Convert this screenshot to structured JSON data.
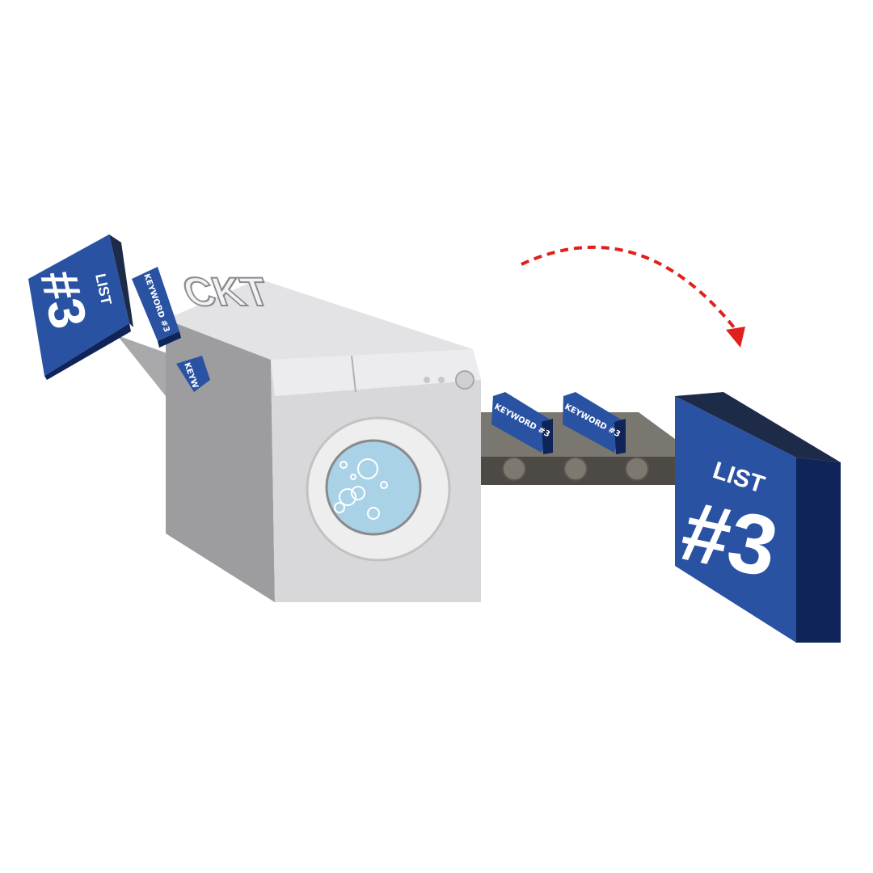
{
  "illustration": {
    "logo_text": "CKT",
    "input_list": {
      "label": "LIST",
      "number": "#3"
    },
    "output_list": {
      "label": "LIST",
      "number": "#3"
    },
    "keywords": [
      "KEYWORD #3",
      "KEYW",
      "KEYWORD #3",
      "KEYWORD #3"
    ],
    "colors": {
      "list_blue": "#2a52a3",
      "list_dark": "#0f2458",
      "machine_gray": "#d6d6d8",
      "belt": "#5f5b55",
      "arrow_red": "#e0201c"
    }
  }
}
